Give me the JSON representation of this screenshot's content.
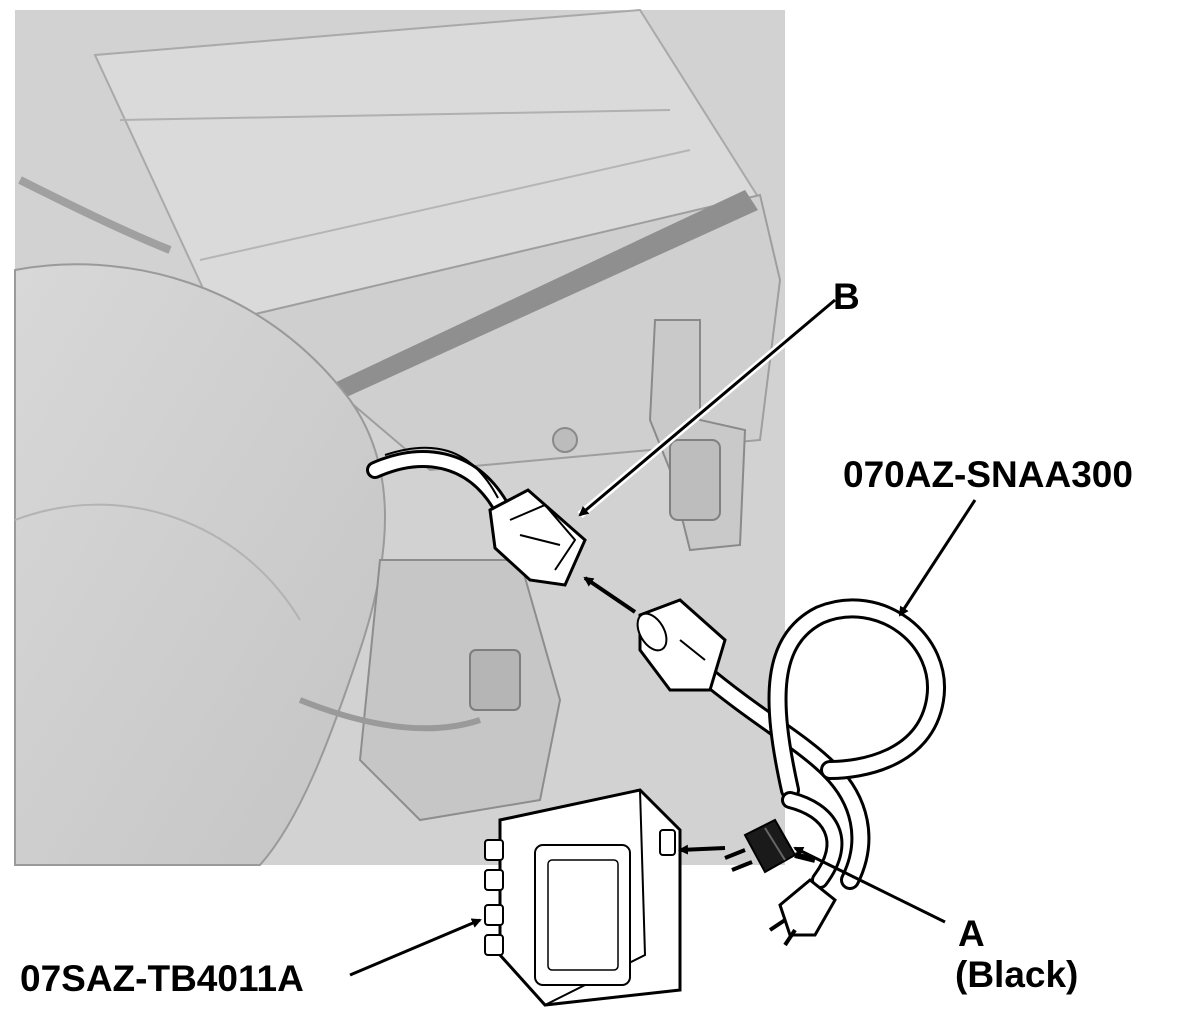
{
  "labels": {
    "connector_b": "B",
    "extension_cord": "070AZ-SNAA300",
    "tester_box": "07SAZ-TB4011A",
    "plug_a": "A",
    "plug_a_color": "(Black)"
  }
}
